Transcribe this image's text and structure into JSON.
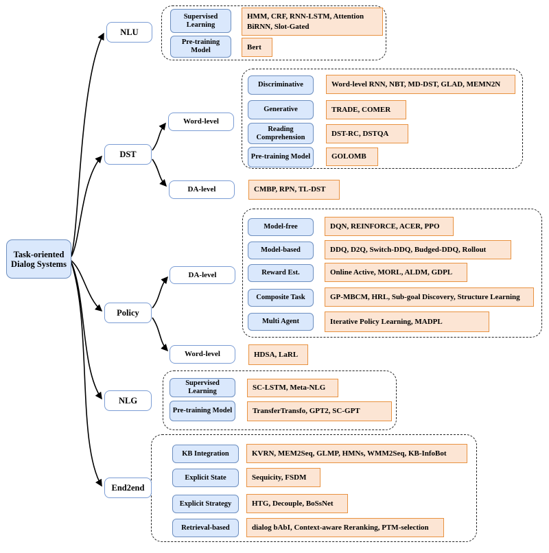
{
  "root": {
    "label": "Task-oriented Dialog Systems"
  },
  "branches": {
    "nlu": {
      "label": "NLU",
      "rows": [
        {
          "category": "Supervised Learning",
          "methods": "HMM, CRF, RNN-LSTM, Attention BiRNN, Slot-Gated"
        },
        {
          "category": "Pre-training Model",
          "methods": "Bert"
        }
      ]
    },
    "dst": {
      "label": "DST",
      "word_level": {
        "label": "Word-level",
        "rows": [
          {
            "category": "Discriminative",
            "methods": "Word-level RNN, NBT, MD-DST, GLAD, MEMN2N"
          },
          {
            "category": "Generative",
            "methods": "TRADE, COMER"
          },
          {
            "category": "Reading Comprehension",
            "methods": "DST-RC, DSTQA"
          },
          {
            "category": "Pre-training Model",
            "methods": "GOLOMB"
          }
        ]
      },
      "da_level": {
        "label": "DA-level",
        "methods": "CMBP, RPN, TL-DST"
      }
    },
    "policy": {
      "label": "Policy",
      "da_level": {
        "label": "DA-level",
        "rows": [
          {
            "category": "Model-free",
            "methods": "DQN, REINFORCE, ACER, PPO"
          },
          {
            "category": "Model-based",
            "methods": "DDQ, D2Q, Switch-DDQ, Budged-DDQ, Rollout"
          },
          {
            "category": "Reward Est.",
            "methods": "Online Active, MORL, ALDM, GDPL"
          },
          {
            "category": "Composite Task",
            "methods": "GP-MBCM, HRL, Sub-goal Discovery, Structure Learning"
          },
          {
            "category": "Multi Agent",
            "methods": "Iterative Policy Learning, MADPL"
          }
        ]
      },
      "word_level": {
        "label": "Word-level",
        "methods": "HDSA, LaRL"
      }
    },
    "nlg": {
      "label": "NLG",
      "rows": [
        {
          "category": "Supervised Learning",
          "methods": "SC-LSTM, Meta-NLG"
        },
        {
          "category": "Pre-training Model",
          "methods": "TransferTransfo, GPT2, SC-GPT"
        }
      ]
    },
    "end2end": {
      "label": "End2end",
      "rows": [
        {
          "category": "KB Integration",
          "methods": "KVRN, MEM2Seq, GLMP, HMNs, WMM2Seq, KB-InfoBot"
        },
        {
          "category": "Explicit State",
          "methods": "Sequicity, FSDM"
        },
        {
          "category": "Explicit Strategy",
          "methods": "HTG, Decouple, BoSsNet"
        },
        {
          "category": "Retrieval-based",
          "methods": "dialog bAbI, Context-aware Reranking, PTM-selection"
        }
      ]
    }
  },
  "colors": {
    "category_fill": "#dae8fc",
    "category_border": "#6c8ebf",
    "method_fill": "#fce5d4",
    "method_border": "#e8913f",
    "node_border": "#7a9cd4",
    "connector": "#000000"
  }
}
